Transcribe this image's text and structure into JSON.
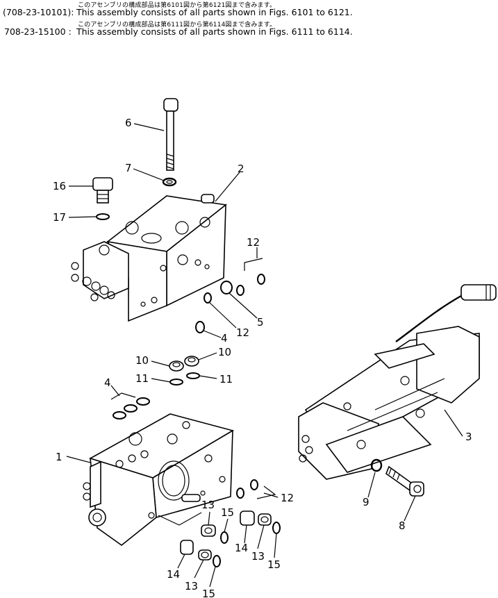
{
  "header": {
    "lines": [
      {
        "japanese": "このアセンブリの構成部品は第6101図から第6121図まで含みます。",
        "part_no": "(708-23-10101):",
        "text": "This assembly consists of all parts shown in Figs. 6101 to 6121."
      },
      {
        "japanese": "このアセンブリの構成部品は第6111図から第6114図まで含みます。",
        "part_no": "708-23-15100 :",
        "text": "This assembly consists of all parts shown in Figs. 6111 to 6114."
      }
    ]
  },
  "callouts": {
    "c1": "1",
    "c2": "2",
    "c3": "3",
    "c4a": "4",
    "c4b": "4",
    "c5": "5",
    "c6": "6",
    "c7": "7",
    "c8": "8",
    "c9": "9",
    "c10a": "10",
    "c10b": "10",
    "c11a": "11",
    "c11b": "11",
    "c12a": "12",
    "c12b": "12",
    "c12c": "12",
    "c13a": "13",
    "c13b": "13",
    "c13c": "13",
    "c14a": "14",
    "c14b": "14",
    "c15a": "15",
    "c15b": "15",
    "c15c": "15",
    "c16": "16",
    "c17": "17"
  }
}
